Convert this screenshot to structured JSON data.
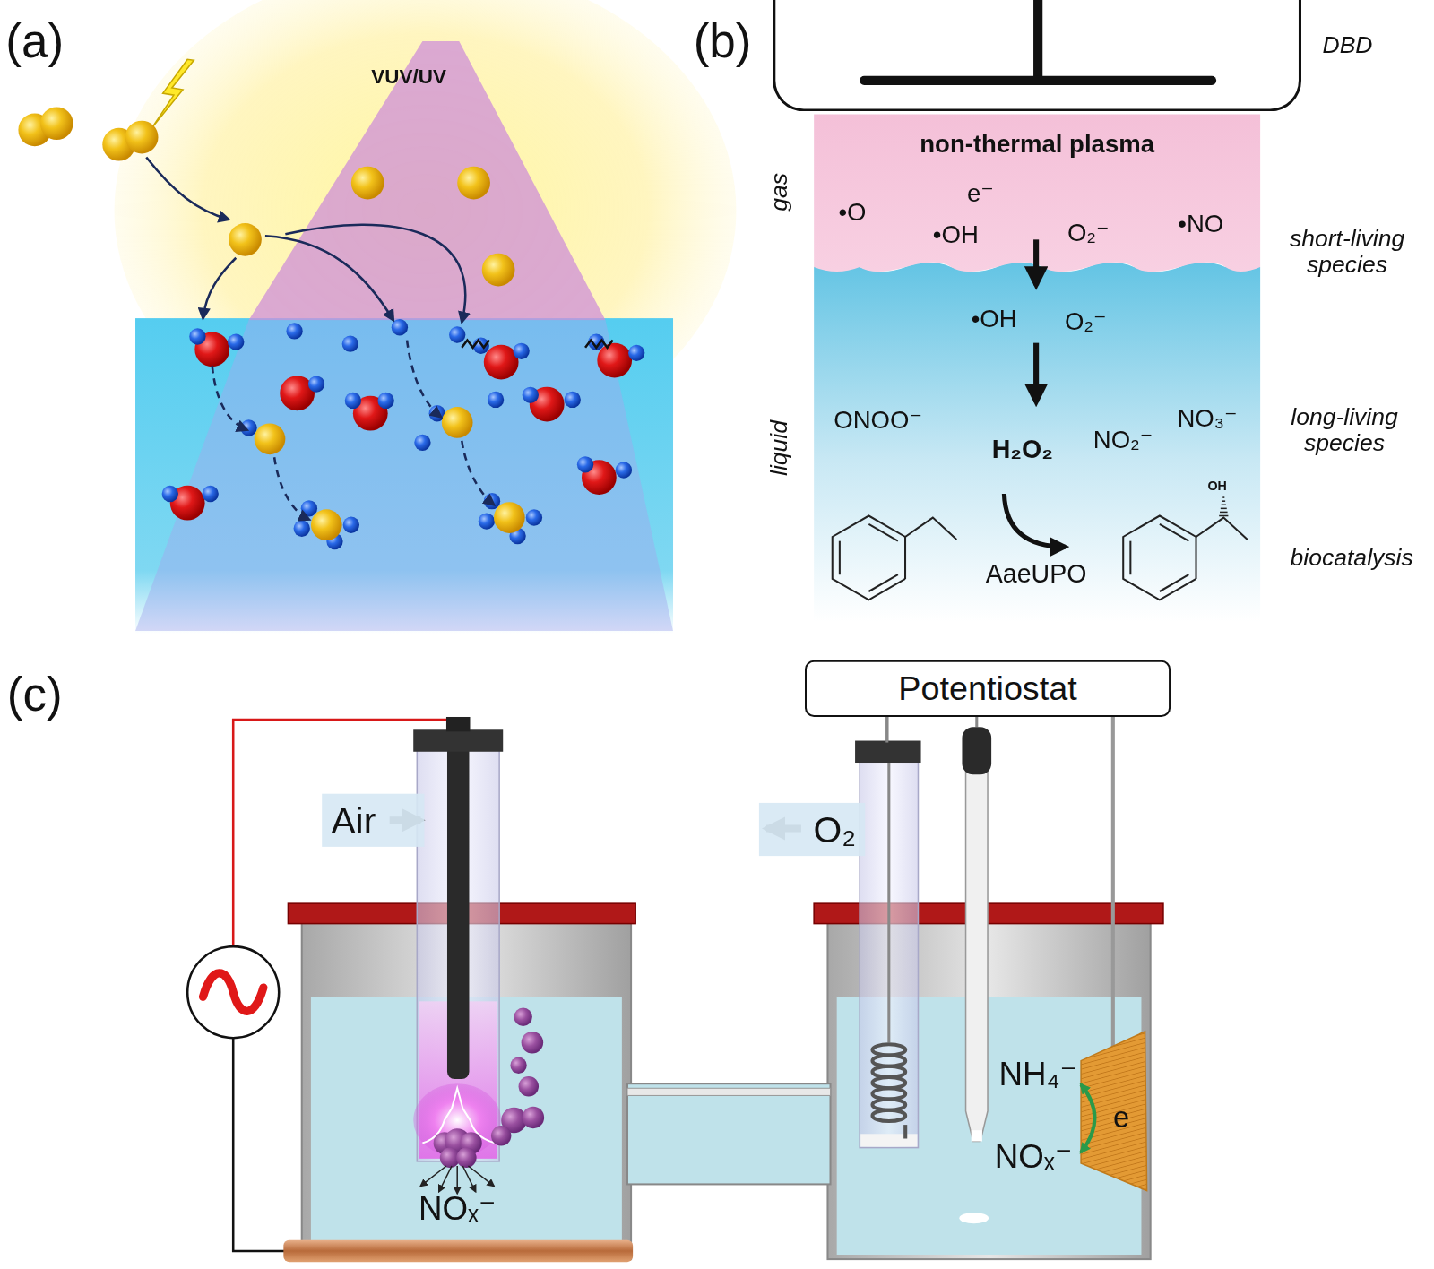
{
  "diagram": {
    "nodes": [
      {
        "text": [
          "DBD"
        ]
      },
      {
        "text": [
          "non-thermal plasma"
        ]
      },
      {
        "text": [
          "Air"
        ]
      },
      {
        "text": [
          "O₂"
        ]
      },
      {
        "text": [
          "Potentiostat"
        ]
      }
    ],
    "labels": [
      "(a)",
      "VUV/UV",
      "(b)",
      "gas",
      "•O",
      "e⁻",
      "•OH",
      "O₂⁻",
      "•NO",
      "short-living species",
      "•OH",
      "O₂⁻",
      "liquid",
      "ONOO⁻",
      "H₂O₂",
      "NO₂⁻",
      "NO₃⁻",
      "long-living species",
      "OH",
      "AaeUPO",
      "biocatalysis",
      "(c)",
      "NOₓ⁻",
      "NH₄⁻",
      "e",
      "NOₓ⁻"
    ]
  }
}
